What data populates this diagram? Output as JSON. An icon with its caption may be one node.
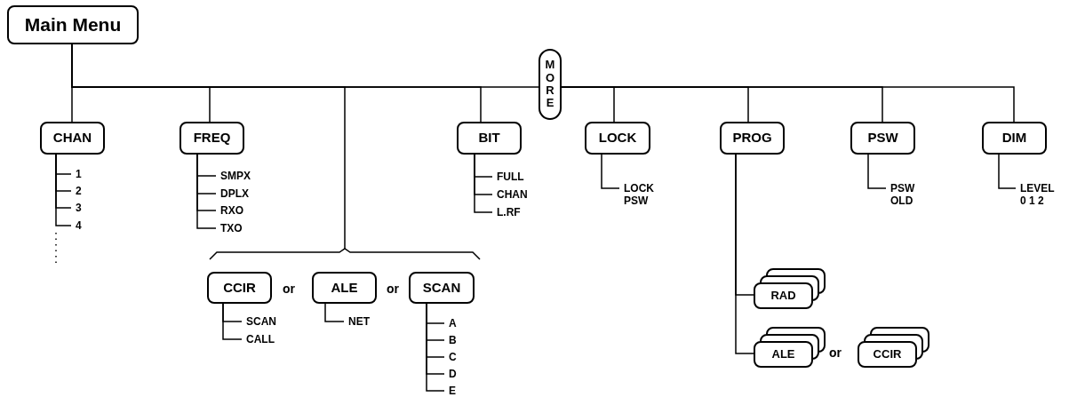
{
  "diagram": {
    "nodes": [
      {
        "text": [
          "Main Menu"
        ]
      },
      {
        "text": [
          "MORE"
        ]
      },
      {
        "text": [
          "CHAN"
        ]
      },
      {
        "text": [
          "FREQ"
        ]
      },
      {
        "text": [
          "BIT"
        ]
      },
      {
        "text": [
          "LOCK"
        ]
      },
      {
        "text": [
          "PROG"
        ]
      },
      {
        "text": [
          "PSW"
        ]
      },
      {
        "text": [
          "DIM"
        ]
      },
      {
        "text": [
          "1"
        ]
      },
      {
        "text": [
          "2"
        ]
      },
      {
        "text": [
          "3"
        ]
      },
      {
        "text": [
          "4"
        ]
      },
      {
        "text": [
          "SMPX"
        ]
      },
      {
        "text": [
          "DPLX"
        ]
      },
      {
        "text": [
          "RXO"
        ]
      },
      {
        "text": [
          "TXO"
        ]
      },
      {
        "text": [
          "FULL"
        ]
      },
      {
        "text": [
          "CHAN"
        ]
      },
      {
        "text": [
          "L.RF"
        ]
      },
      {
        "text": [
          "LOCK PSW"
        ]
      },
      {
        "text": [
          "PSW OLD"
        ]
      },
      {
        "text": [
          "LEVEL 0 1 2"
        ]
      },
      {
        "text": [],
        "shape": "brace"
      },
      {
        "text": [
          "CCIR"
        ]
      },
      {
        "text": [
          "ALE"
        ]
      },
      {
        "text": [
          "SCAN"
        ]
      },
      {
        "text": [
          "SCAN"
        ]
      },
      {
        "text": [
          "CALL"
        ]
      },
      {
        "text": [
          "NET"
        ]
      },
      {
        "text": [
          "A"
        ]
      },
      {
        "text": [
          "B"
        ]
      },
      {
        "text": [
          "C"
        ]
      },
      {
        "text": [
          "D"
        ]
      },
      {
        "text": [
          "E"
        ]
      },
      {
        "text": [
          "RAD"
        ]
      },
      {
        "text": [
          "ALE"
        ]
      },
      {
        "text": [
          "CCIR"
        ]
      }
    ],
    "edges": [
      {
        "from": 0,
        "to": 2,
        "arrow": "none"
      },
      {
        "from": 0,
        "to": 3,
        "arrow": "none"
      },
      {
        "from": 0,
        "to": 23,
        "arrow": "none"
      },
      {
        "from": 0,
        "to": 4,
        "arrow": "none"
      },
      {
        "from": 0,
        "to": 1,
        "arrow": "none"
      },
      {
        "from": 1,
        "to": 5,
        "arrow": "none"
      },
      {
        "from": 1,
        "to": 6,
        "arrow": "none"
      },
      {
        "from": 1,
        "to": 7,
        "arrow": "none"
      },
      {
        "from": 1,
        "to": 8,
        "arrow": "none"
      },
      {
        "from": 2,
        "to": 9,
        "arrow": "none"
      },
      {
        "from": 2,
        "to": 10,
        "arrow": "none"
      },
      {
        "from": 2,
        "to": 11,
        "arrow": "none"
      },
      {
        "from": 2,
        "to": 12,
        "arrow": "none"
      },
      {
        "from": 3,
        "to": 13,
        "arrow": "none"
      },
      {
        "from": 3,
        "to": 14,
        "arrow": "none"
      },
      {
        "from": 3,
        "to": 15,
        "arrow": "none"
      },
      {
        "from": 3,
        "to": 16,
        "arrow": "none"
      },
      {
        "from": 4,
        "to": 17,
        "arrow": "none"
      },
      {
        "from": 4,
        "to": 18,
        "arrow": "none"
      },
      {
        "from": 4,
        "to": 19,
        "arrow": "none"
      },
      {
        "from": 5,
        "to": 20,
        "arrow": "none"
      },
      {
        "from": 7,
        "to": 21,
        "arrow": "none"
      },
      {
        "from": 8,
        "to": 22,
        "arrow": "none"
      },
      {
        "from": 24,
        "to": 27,
        "arrow": "none"
      },
      {
        "from": 24,
        "to": 28,
        "arrow": "none"
      },
      {
        "from": 25,
        "to": 29,
        "arrow": "none"
      },
      {
        "from": 26,
        "to": 30,
        "arrow": "none"
      },
      {
        "from": 26,
        "to": 31,
        "arrow": "none"
      },
      {
        "from": 26,
        "to": 32,
        "arrow": "none"
      },
      {
        "from": 26,
        "to": 33,
        "arrow": "none"
      },
      {
        "from": 26,
        "to": 34,
        "arrow": "none"
      },
      {
        "from": 6,
        "to": 35,
        "arrow": "none"
      },
      {
        "from": 6,
        "to": 36,
        "arrow": "none"
      }
    ],
    "labels": [
      "or",
      "or",
      "or"
    ]
  }
}
